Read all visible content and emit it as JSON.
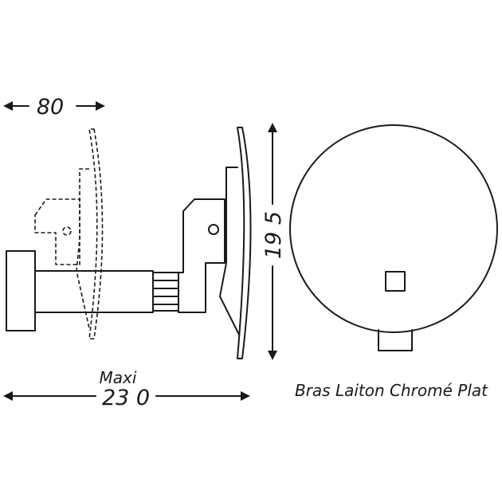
{
  "dimensions": {
    "depth": "80",
    "height": "19 5",
    "extension_label": "Maxi",
    "extension_value": "23 0"
  },
  "caption": "Bras Laiton Chromé Plat"
}
